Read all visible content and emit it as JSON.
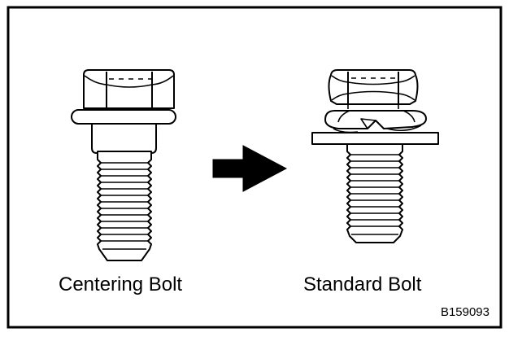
{
  "labels": {
    "left_bolt": "Centering Bolt",
    "right_bolt": "Standard Bolt",
    "figure_code": "B159093"
  },
  "colors": {
    "line": "#000000",
    "fill": "#ffffff"
  }
}
